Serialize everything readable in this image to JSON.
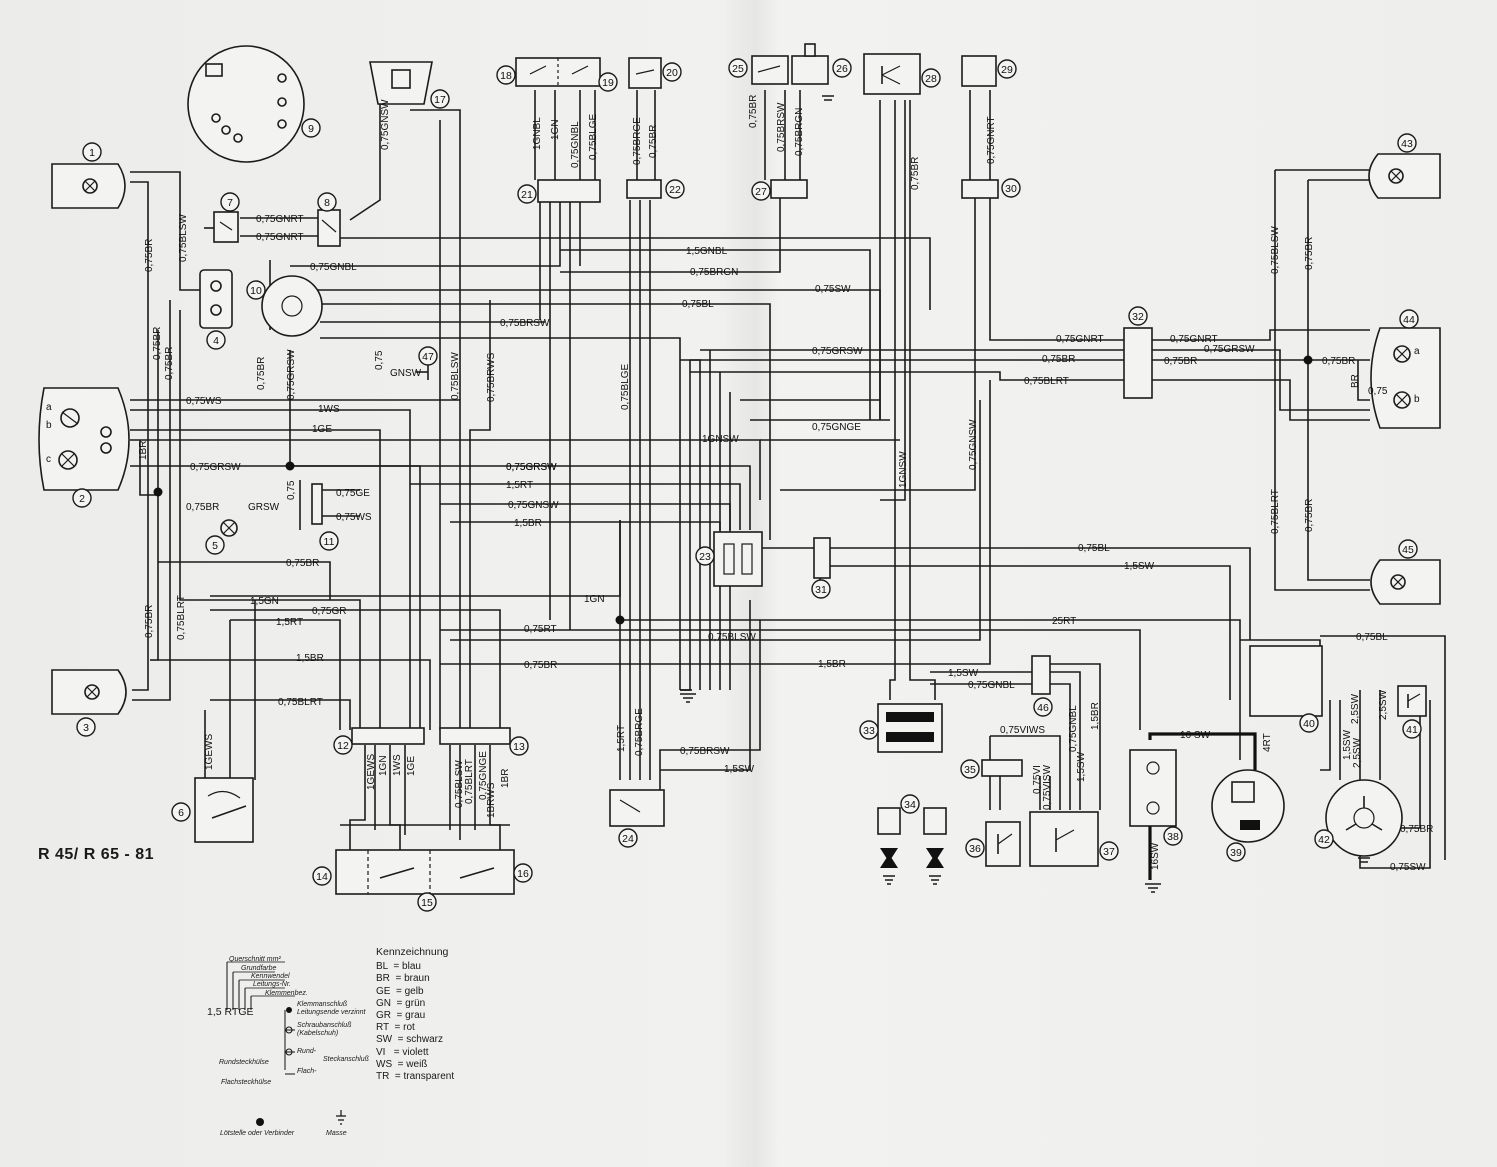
{
  "model_title": "R 45/ R 65 - 81",
  "components": [
    "1",
    "2",
    "3",
    "4",
    "5",
    "6",
    "7",
    "8",
    "9",
    "10",
    "11",
    "12",
    "13",
    "14",
    "15",
    "16",
    "17",
    "18",
    "19",
    "20",
    "21",
    "22",
    "23",
    "24",
    "25",
    "26",
    "27",
    "28",
    "29",
    "30",
    "31",
    "32",
    "33",
    "34",
    "35",
    "36",
    "37",
    "38",
    "39",
    "40",
    "41",
    "42",
    "43",
    "44",
    "45",
    "46",
    "47"
  ],
  "wire_labels": {
    "w1": "0,75BR",
    "w2": "0,75BLSW",
    "w3": "0,75GNSW",
    "w4": "0,75GNRT",
    "w5": "0,75GNRT",
    "w6": "0,75GNBL",
    "w7": "1,5GNBL",
    "w8": "0,75BRGN",
    "w9": "0,75SW",
    "w10": "0,75BL",
    "w11": "0,75BRSW",
    "w12": "0,75BR",
    "w13": "0,75GRSW",
    "w14": "0,75WS",
    "w15": "1WS",
    "w16": "1GE",
    "w17": "0,75BR",
    "w18": "1BR",
    "w19": "0,75GRSW",
    "w20": "0,75BR",
    "w21": "GRSW",
    "w22": "0,75GE",
    "w23": "0,75WS",
    "w24": "0,75",
    "w25": "0,75BR",
    "w26": "1,5GN",
    "w27": "0,75GR",
    "w28": "1,5RT",
    "w29": "1,5BR",
    "w30": "0,75BLRT",
    "w31": "0,75BR",
    "w32": "0,75BLRT",
    "w33": "0,75BR",
    "w34": "0,75GRSW",
    "w35": "0,75",
    "w36": "GNSW",
    "w37": "0,75BLSW",
    "w38": "0,75BRWS",
    "w39": "1GNBL",
    "w40": "1GN",
    "w41": "0,75GNBL",
    "w42": "0,75BLGE",
    "w43": "0,75BRGE",
    "w44": "0,75BR",
    "w45": "0,75BRSW",
    "w46": "0,75BRGN",
    "w47": "0,75BR",
    "w48": "0,75BR",
    "w49": "0,75GNRT",
    "w50": "0,75BLGE",
    "w51": "0,75GRSW",
    "w52": "0,75GNGE",
    "w53": "1GNSW",
    "w54": "0,75GRSW",
    "w55": "1,5RT",
    "w56": "0,75GNSW",
    "w57": "1,5BR",
    "w58": "1GN",
    "w59": "0,75RT",
    "w60": "0,75BLSW",
    "w61": "0,75BR",
    "w62": "1,5BR",
    "w63": "25RT",
    "w64": "1,5SW",
    "w65": "0,75BL",
    "w66": "1GNSW",
    "w67": "0,75GNSW",
    "w68": "0,75GNRT",
    "w69": "0,75GNRT",
    "w70": "0,75BR",
    "w71": "0,75BR",
    "w72": "0,75GRSW",
    "w73": "0,75BR",
    "w74": "0,75BLRT",
    "w75": "BR",
    "w76": "0,75",
    "w77": "0,75BLSW",
    "w78": "0,75BR",
    "w79": "0,75BLRT",
    "w80": "0,75BR",
    "w81": "0,75BL",
    "w82": "1,5SW",
    "w83": "0,75GNBL",
    "w84": "0,75VIWS",
    "w85": "0,75VI",
    "w86": "0,75VISW",
    "w87": "1,5SW",
    "w88": "0,75GNBL",
    "w89": "1,5BR",
    "w90": "16 SW",
    "w91": "16SW",
    "w92": "4RT",
    "w93": "2,5SW",
    "w94": "2,5SW",
    "w95": "1,5SW",
    "w96": "2,5SW",
    "w97": "0,75BR",
    "w98": "0,75SW",
    "w99": "1GEWS",
    "w100": "1GEWS",
    "w101": "1GN",
    "w102": "1WS",
    "w103": "1GE",
    "w104": "0,75BLSW",
    "w105": "0,75BLRT",
    "w106": "0,75GNGE",
    "w107": "1BRWS",
    "w108": "1BR",
    "w109": "1,5RT",
    "w110": "0,75BRGE",
    "w111": "0,75BRSW",
    "w112": "1,5SW",
    "w113": "0,75BL",
    "w114": "0,75GNBL",
    "w115": "0,75BLGE",
    "w116": "1GNBL",
    "w117": "1GN",
    "w118": "0,75 GNBL",
    "w119": "0,75BRGE",
    "w120": "0,75BR",
    "w121": "0,75BRSW",
    "w122": "0,75BRGN",
    "w123": "0,75BR",
    "w124": "0,75GNRT",
    "w125": "0,75BR",
    "w126": "0,75GNSW",
    "w127": "1GNSW",
    "w128": "0,75GNSW",
    "w129": "0,75GE",
    "w130": "0,75WS"
  },
  "lamp_letters": {
    "a": "a",
    "b": "b",
    "c": "c"
  },
  "legend": {
    "heading": "Kennzeichnung",
    "rows": [
      "BL  = blau",
      "BR  = braun",
      "GE  = gelb",
      "GN  = grün",
      "GR  = grau",
      "RT  = rot",
      "SW  = schwarz",
      "VI   = violett",
      "WS  = weiß",
      "TR  = transparent"
    ]
  },
  "key": {
    "example": "1,5 RTGE",
    "querschnitt": "Querschnitt mm²",
    "grundfarbe": "Grundfarbe",
    "kennwendel": "Kennwendel",
    "leitungs_nr": "Leitungs-Nr.",
    "klemmenbez": "Klemmenbez.",
    "klemmanschluss": "Klemmanschluß",
    "leitungsende": "Leitungsende verzinnt",
    "schraubanschluss": "Schraubanschluß",
    "kabelschuh": "(Kabelschuh)",
    "rundsteckhuelse": "Rundsteckhülse",
    "rund": "Rund-",
    "steckanschluss": "Steckanschluß",
    "flachsteckhuelse": "Flachsteckhülse",
    "flach": "Flach-"
  },
  "footer": {
    "solder": "Lötstelle oder Verbinder",
    "ground": "Masse"
  }
}
